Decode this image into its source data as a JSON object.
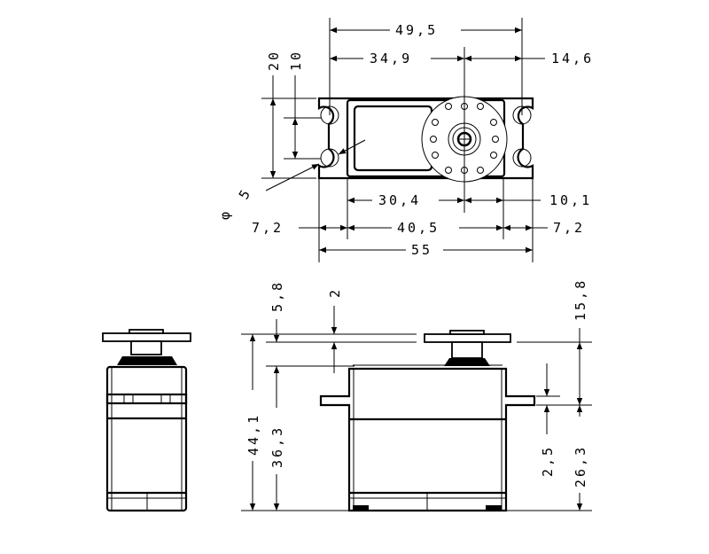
{
  "top_view": {
    "overall_width_holes": "49,5",
    "hole_to_shaft": "34,9",
    "shaft_to_hole": "14,6",
    "mount_height": "20",
    "hole_spacing": "10",
    "hole_diameter_symbol": "φ",
    "hole_diameter": "5",
    "case_to_shaft": "30,4",
    "shaft_to_case": "10,1",
    "ear_left": "7,2",
    "case_width": "40,5",
    "ear_right": "7,2",
    "overall_length": "55"
  },
  "front_view": {
    "horn_thickness": "5,8",
    "horn_gap": "2",
    "total_height": "44,1",
    "case_height": "36,3",
    "top_to_ear": "15,8",
    "ear_thickness": "2,5",
    "ear_to_bottom": "26,3"
  }
}
